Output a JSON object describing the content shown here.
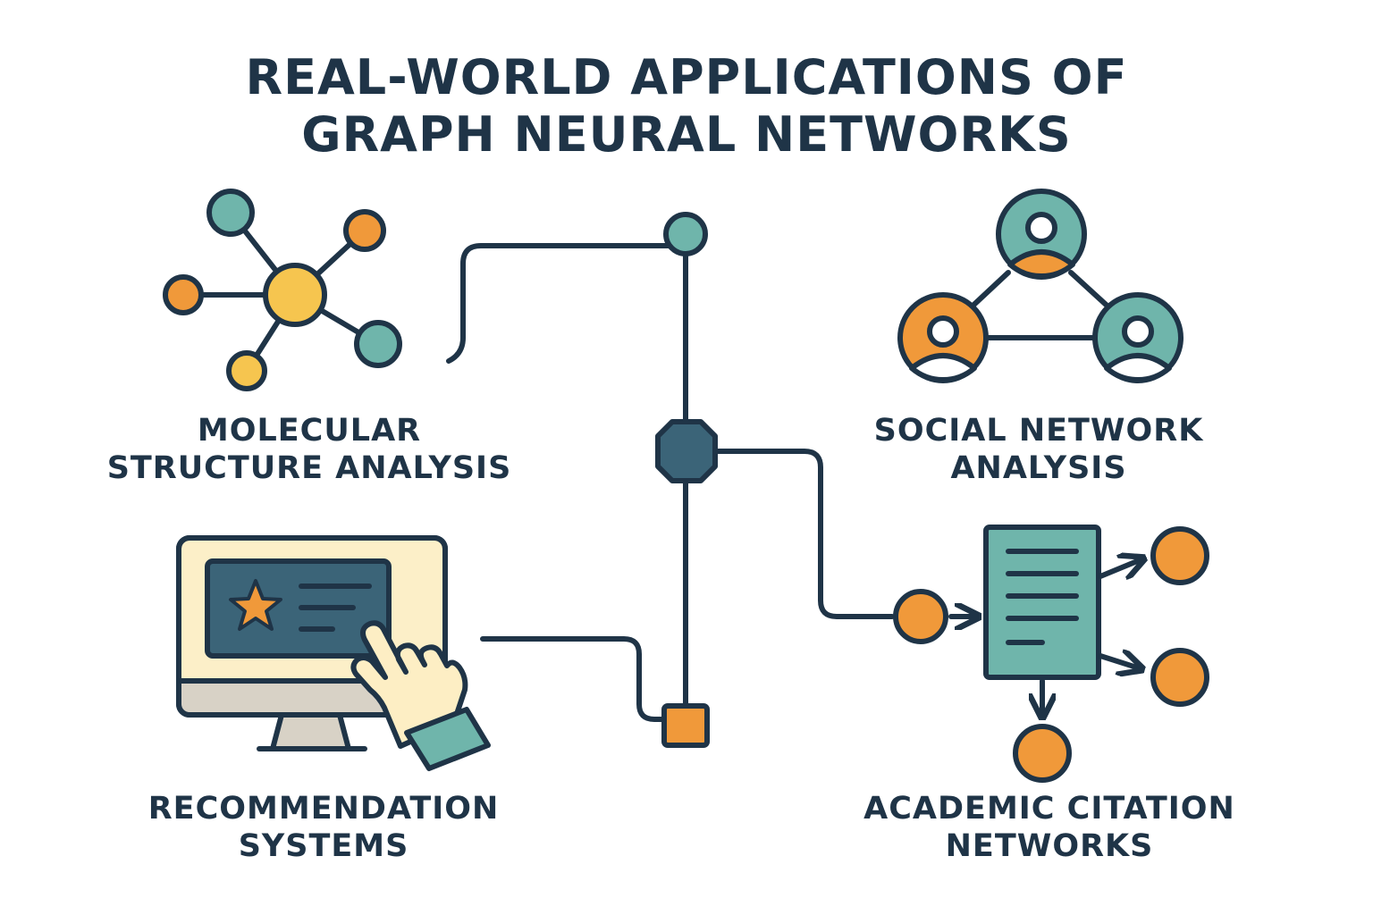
{
  "title": {
    "line1": "REAL-WORLD APPLICATIONS OF",
    "line2": "GRAPH NEURAL NETWORKS"
  },
  "applications": {
    "molecular": {
      "line1": "MOLECULAR",
      "line2": "STRUCTURE ANALYSIS",
      "icon": "molecule-icon"
    },
    "social": {
      "line1": "SOCIAL NETWORK",
      "line2": "ANALYSIS",
      "icon": "social-network-icon"
    },
    "recommendation": {
      "line1": "RECOMMENDATION",
      "line2": "SYSTEMS",
      "icon": "monitor-hand-icon"
    },
    "citation": {
      "line1": "ACADEMIC CITATION",
      "line2": "NETWORKS",
      "icon": "document-citation-icon"
    }
  },
  "colors": {
    "outline": "#1f3447",
    "teal": "#6fb5ab",
    "orange": "#f0993a",
    "yellow": "#f6c54f",
    "hub": "#3b6478",
    "screen_frame": "#fcefc8",
    "screen_panel": "#3b6478",
    "monitor_base": "#d8d2c6",
    "document": "#6fb5ab",
    "skin": "#fdeec4"
  }
}
